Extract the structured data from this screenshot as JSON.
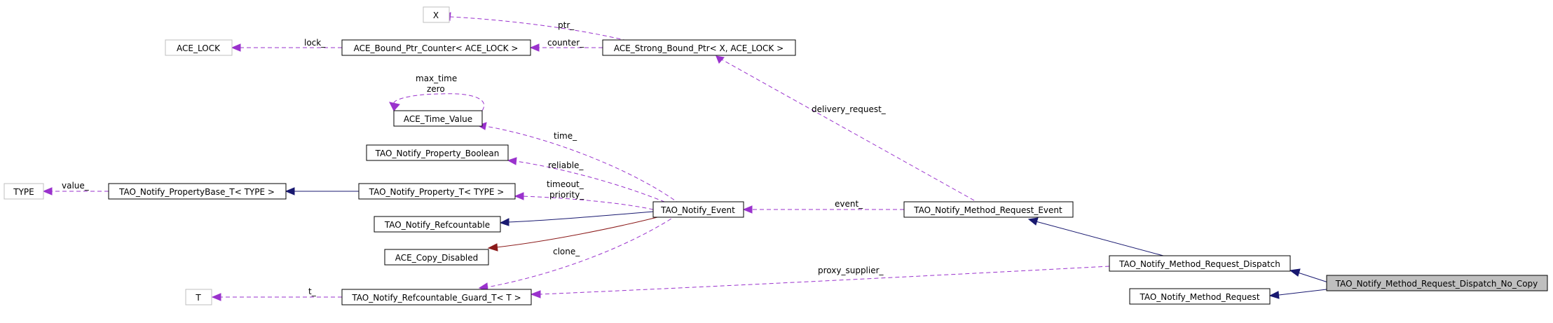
{
  "nodes": {
    "x": "X",
    "ace_lock": "ACE_LOCK",
    "bound_ptr_counter": "ACE_Bound_Ptr_Counter< ACE_LOCK >",
    "strong_bound_ptr": "ACE_Strong_Bound_Ptr< X, ACE_LOCK >",
    "time_value": "ACE_Time_Value",
    "property_boolean": "TAO_Notify_Property_Boolean",
    "type": "TYPE",
    "property_base": "TAO_Notify_PropertyBase_T< TYPE >",
    "property_t": "TAO_Notify_Property_T< TYPE >",
    "refcountable": "TAO_Notify_Refcountable",
    "copy_disabled": "ACE_Copy_Disabled",
    "event": "TAO_Notify_Event",
    "method_request_event": "TAO_Notify_Method_Request_Event",
    "method_request_dispatch": "TAO_Notify_Method_Request_Dispatch",
    "dispatch_no_copy": "TAO_Notify_Method_Request_Dispatch_No_Copy",
    "method_request": "TAO_Notify_Method_Request",
    "t": "T",
    "refcountable_guard": "TAO_Notify_Refcountable_Guard_T< T >"
  },
  "edge_labels": {
    "ptr": "ptr_",
    "counter": "counter_",
    "lock": "lock_",
    "max_time": "max_time",
    "zero": "zero",
    "delivery_request": "delivery_request_",
    "time": "time_",
    "reliable": "reliable_",
    "value": "value_",
    "timeout": "timeout_",
    "priority": "priority_",
    "event": "event_",
    "clone": "clone_",
    "proxy_supplier": "proxy_supplier_",
    "t": "t_"
  },
  "colors": {
    "usage_edge": "#9a32cd",
    "inheritance_edge": "#191970",
    "private_inheritance_edge": "#8b1a1a",
    "focus_node_fill": "#bfbfbf",
    "external_node_border": "#bfbfbf"
  }
}
